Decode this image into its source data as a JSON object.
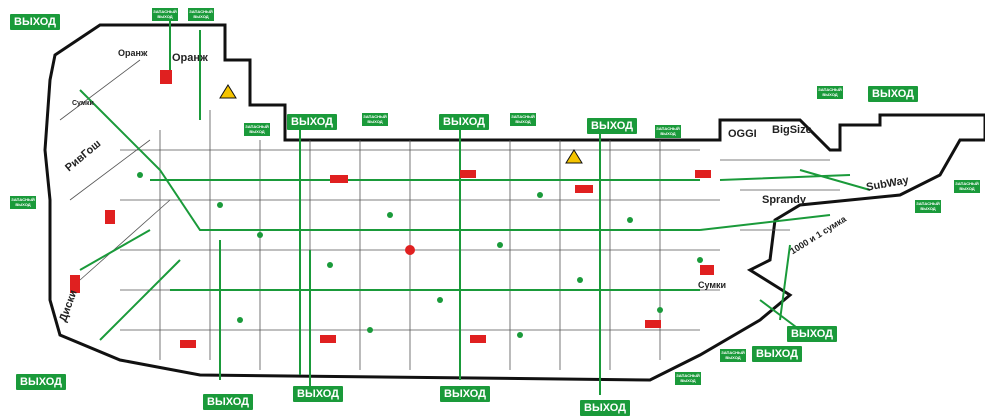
{
  "exit_label": "ВЫХОД",
  "emergency_exit_label": "ЗАПАСНЫЙ ВЫХОД",
  "stores": {
    "oranzh_top": "Оранж",
    "oranzh": "Оранж",
    "sumki_left": "Сумки",
    "rivgosh": "РивГош",
    "diski": "Диски",
    "oggi": "OGGI",
    "bigsize": "BigSize",
    "subway": "SubWay",
    "sprandy": "Sprandy",
    "thousand_one": "1000 и 1 сумка",
    "sumki_right": "Сумки"
  },
  "colors": {
    "route": "#1a9a3a",
    "wall": "#111111",
    "fire": "#e02020",
    "hazard": "#f5c400"
  }
}
